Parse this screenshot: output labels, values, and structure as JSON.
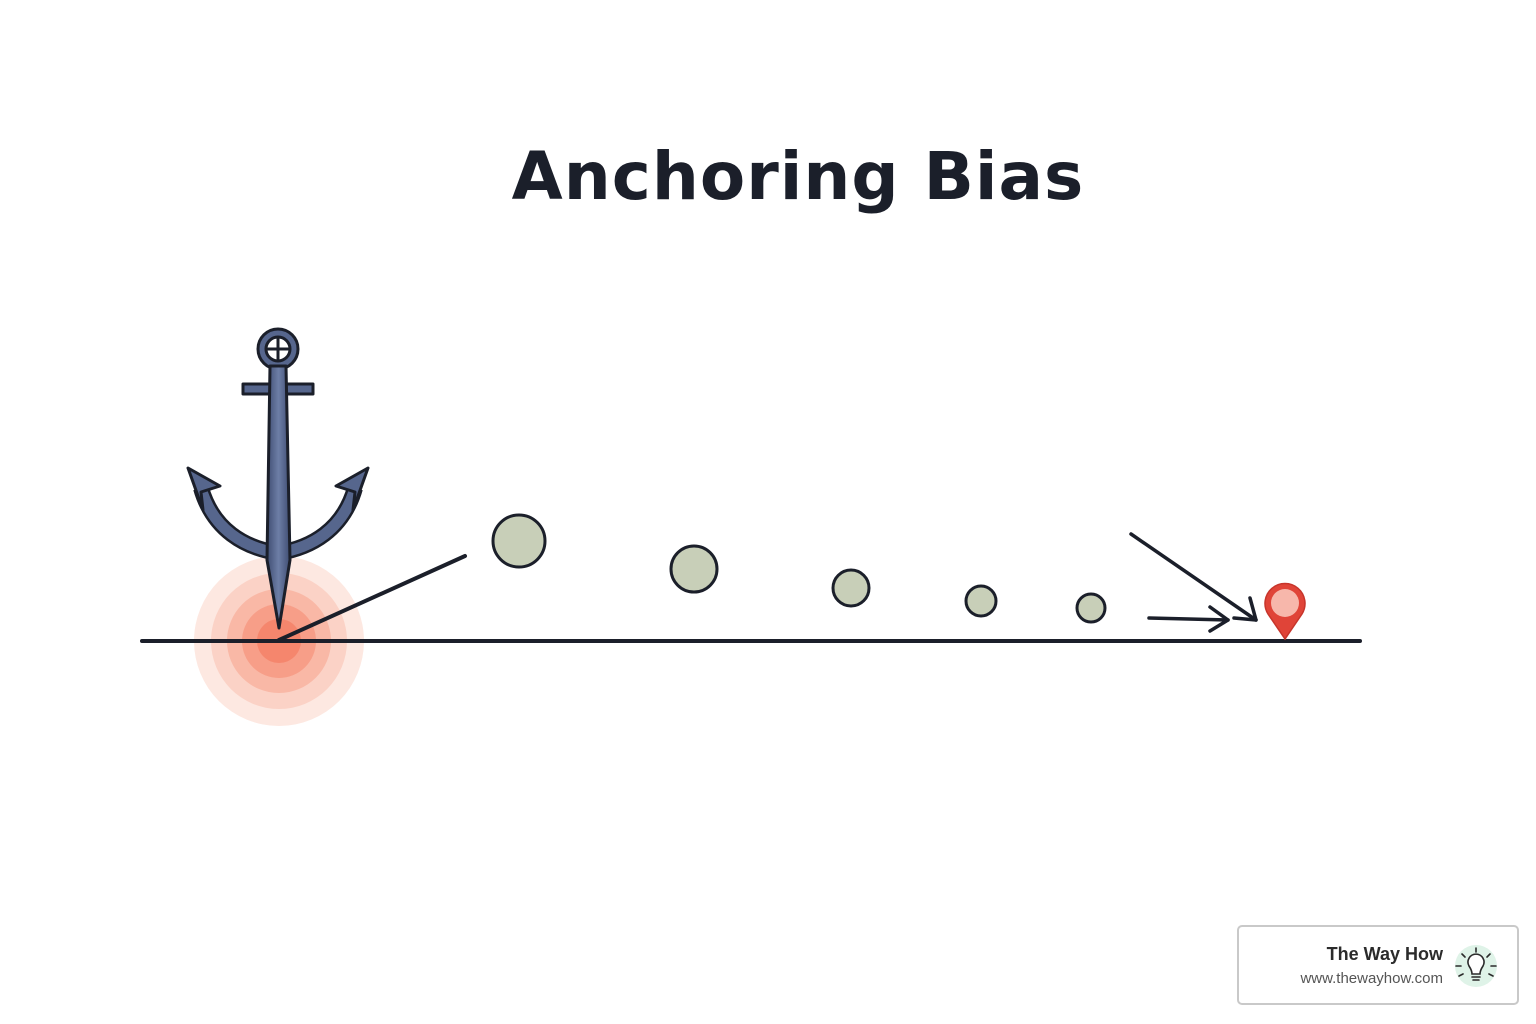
{
  "title": "Anchoring Bias",
  "brand": {
    "name": "The Way How",
    "url": "www.thewayhow.com",
    "icon": "lightbulb-icon"
  },
  "colors": {
    "anchor": "#56668d",
    "glow": "#f6836b",
    "dot_fill": "#c8cfb8",
    "pin": "#e04438",
    "line": "#1b1f2a"
  }
}
